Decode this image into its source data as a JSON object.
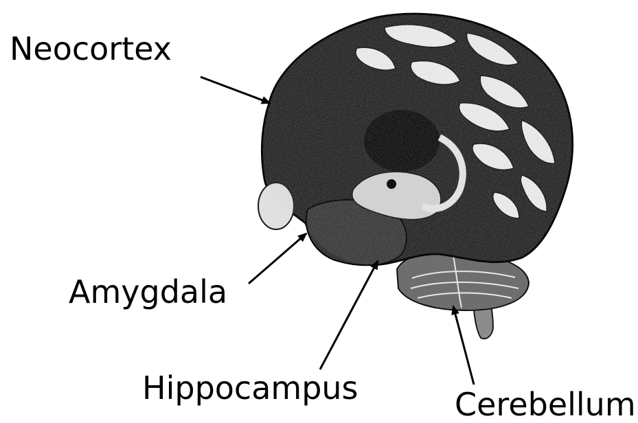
{
  "labels": {
    "neocortex": "Neocortex",
    "amygdala": "Amygdala",
    "hippocampus": "Hippocampus",
    "cerebellum": "Cerebellum"
  },
  "colors": {
    "ink": "#000000",
    "background": "#ffffff",
    "brain_dark": "#1a1a1a",
    "brain_mid": "#4a4a4a",
    "brain_light": "#d9d9d9"
  },
  "icons": {
    "brain": "brain-illustration",
    "arrow": "pointer-arrow"
  }
}
